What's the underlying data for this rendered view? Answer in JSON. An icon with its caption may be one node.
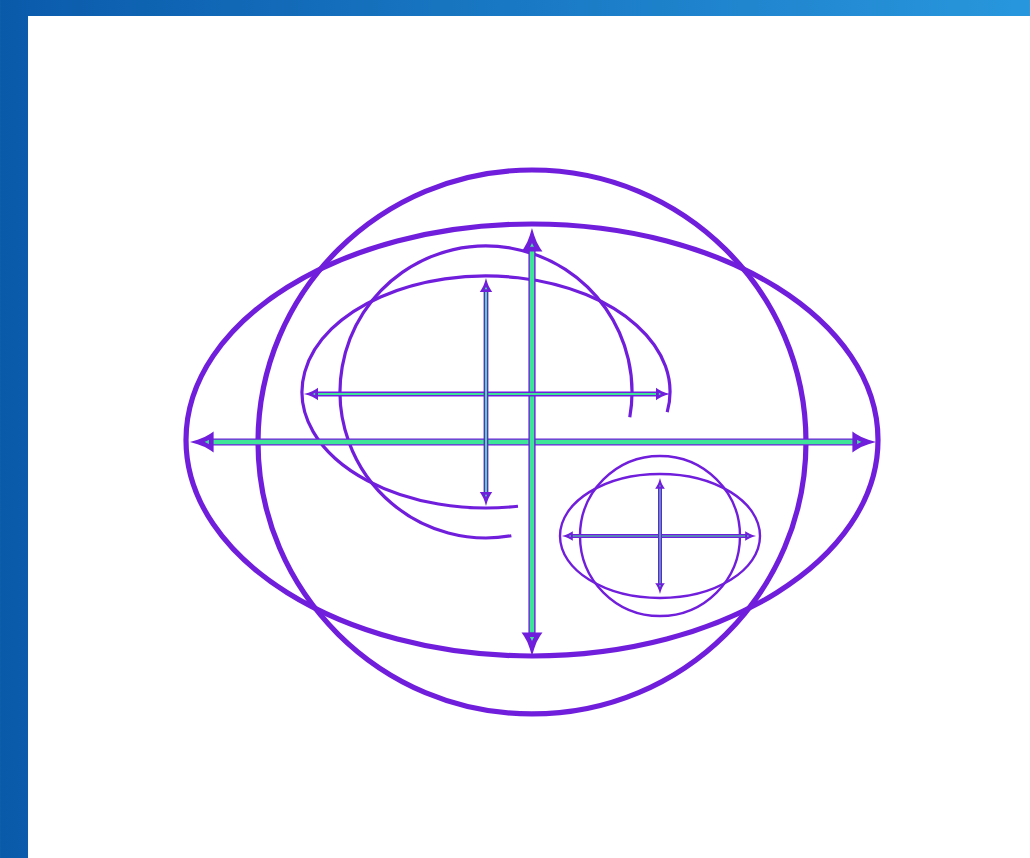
{
  "diagram": {
    "nodes": [
      {
        "text": [],
        "shape": "circle"
      },
      {
        "text": [],
        "shape": "ellipse"
      },
      {
        "text": [],
        "shape": "arc"
      },
      {
        "text": [],
        "shape": "arc"
      },
      {
        "text": [],
        "shape": "circle"
      },
      {
        "text": [],
        "shape": "ellipse"
      }
    ]
  }
}
